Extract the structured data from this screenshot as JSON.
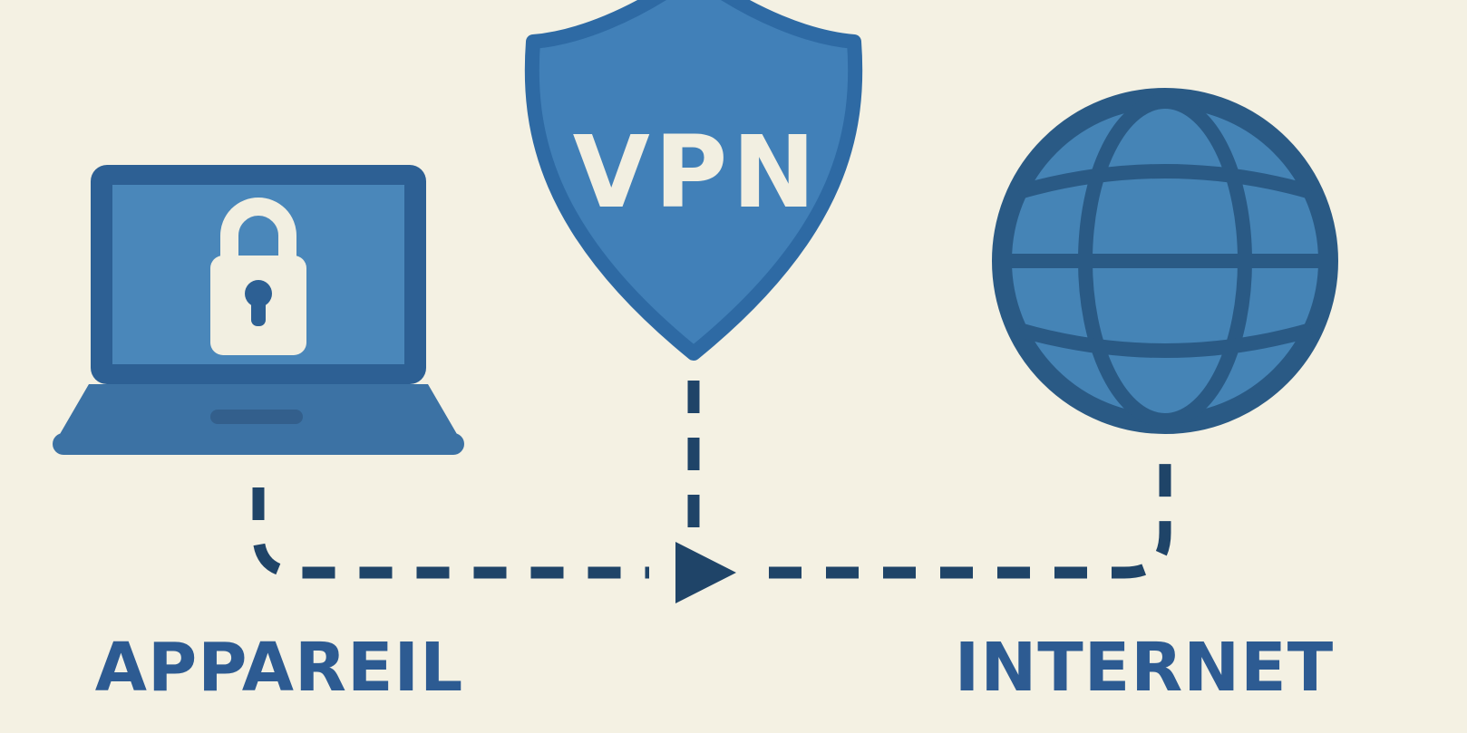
{
  "diagram": {
    "type": "flow-illustration",
    "description_domain": "vpn-connection-diagram",
    "nodes": [
      {
        "id": "device",
        "label": "APPAREIL",
        "icon": "laptop-lock-icon"
      },
      {
        "id": "vpn",
        "label": "VPN",
        "icon": "shield-icon"
      },
      {
        "id": "internet",
        "label": "INTERNET",
        "icon": "globe-icon"
      }
    ],
    "connections": [
      {
        "from": "device",
        "to": "vpn",
        "style": "dashed",
        "arrow": false
      },
      {
        "from": "vpn",
        "to": "internet",
        "style": "dashed",
        "arrow": true
      }
    ]
  },
  "colors": {
    "background": "#f4f1e3",
    "shield-fill": "#4180b8",
    "shield-border": "#2e6aa4",
    "vpn-text": "#f2efe1",
    "laptop-frame": "#2d6094",
    "laptop-screen": "#4a87ba",
    "laptop-base": "#3c72a4",
    "laptop-notch": "#335f8c",
    "lock-body": "#f2efe1",
    "keyhole": "#2d6094",
    "globe-stroke": "#2a5a85",
    "globe-fill": "#4584b6",
    "connector": "#1f4468",
    "label-text": "#2d5b92"
  }
}
